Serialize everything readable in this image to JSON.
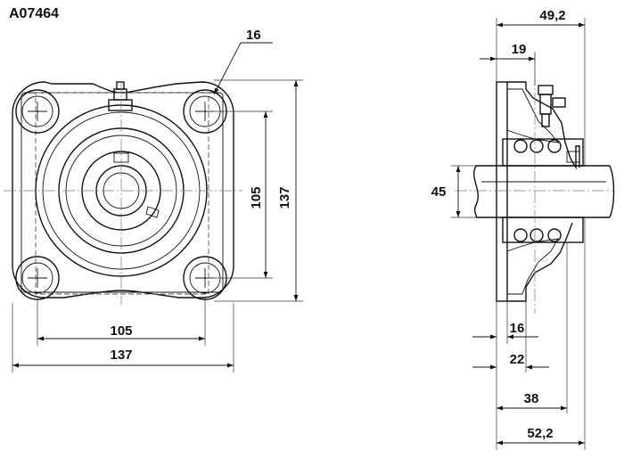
{
  "part_code": "A07464",
  "front_view": {
    "bolt_hole_dim": "16",
    "bolt_spacing_vertical": "105",
    "flange_height": "137",
    "bolt_spacing_horizontal": "105",
    "flange_width": "137"
  },
  "side_view": {
    "overall_length_top": "49,2",
    "flange_to_grease": "19",
    "shaft_diameter": "45",
    "flange_thickness": "16",
    "housing_depth": "22",
    "insert_width": "38",
    "overall_length_bottom": "52,2"
  }
}
